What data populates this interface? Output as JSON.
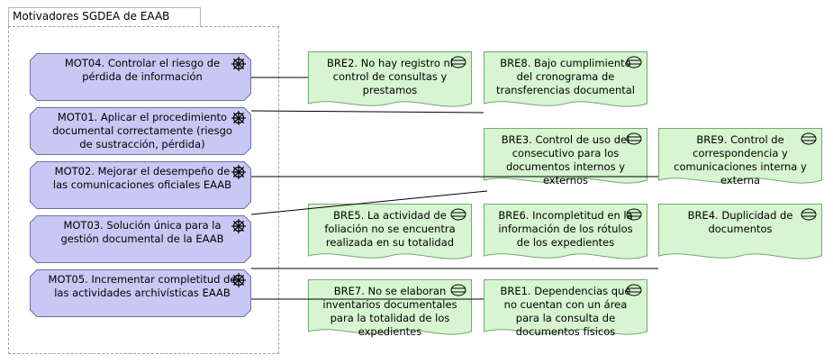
{
  "diagram": {
    "group_title": "Motivadores SGDEA de EAAB",
    "colors": {
      "motivator_fill": "#c8c8f4",
      "motivator_stroke": "#7070a0",
      "requirement_fill": "#d6f5d0",
      "requirement_stroke": "#74a874",
      "group_border": "#a0a0a0",
      "line": "#000000"
    },
    "motivators": [
      {
        "id": "mot04",
        "text": "MOT04. Controlar el riesgo de pérdida de información",
        "icon": "wheel-icon"
      },
      {
        "id": "mot01",
        "text": "MOT01. Aplicar el procedimiento documental correctamente (riesgo de sustracción, pérdida)",
        "icon": "wheel-icon"
      },
      {
        "id": "mot02",
        "text": "MOT02. Mejorar el desempeño de las comunicaciones oficiales EAAB",
        "icon": "wheel-icon"
      },
      {
        "id": "mot03",
        "text": "MOT03. Solución única para la gestión documental de la EAAB",
        "icon": "wheel-icon"
      },
      {
        "id": "mot05",
        "text": "MOT05. Incrementar completitud de las actividades archivísticas EAAB",
        "icon": "wheel-icon"
      }
    ],
    "requirements": [
      {
        "id": "bre2",
        "text": "BRE2. No hay registro ni control de consultas y prestamos",
        "icon": "goal-icon"
      },
      {
        "id": "bre8",
        "text": "BRE8. Bajo cumplimiento del cronograma de transferencias documental",
        "icon": "goal-icon"
      },
      {
        "id": "bre3",
        "text": "BRE3. Control de uso del consecutivo para los documentos internos y externos",
        "icon": "goal-icon"
      },
      {
        "id": "bre9",
        "text": "BRE9. Control de correspondencia y comunicaciones interna y externa",
        "icon": "goal-icon"
      },
      {
        "id": "bre5",
        "text": "BRE5. La actividad de foliación no se encuentra realizada en su totalidad",
        "icon": "goal-icon"
      },
      {
        "id": "bre6",
        "text": "BRE6. Incompletitud en la información de los rótulos de los expedientes",
        "icon": "goal-icon"
      },
      {
        "id": "bre4",
        "text": "BRE4. Duplicidad de documentos",
        "icon": "goal-icon"
      },
      {
        "id": "bre7",
        "text": "BRE7. No se elaboran inventarios documentales para la totalidad de los expedientes",
        "icon": "goal-icon"
      },
      {
        "id": "bre1",
        "text": "BRE1. Dependencias que no cuentan con un área para la consulta de documentos físicos",
        "icon": "goal-icon"
      }
    ]
  }
}
